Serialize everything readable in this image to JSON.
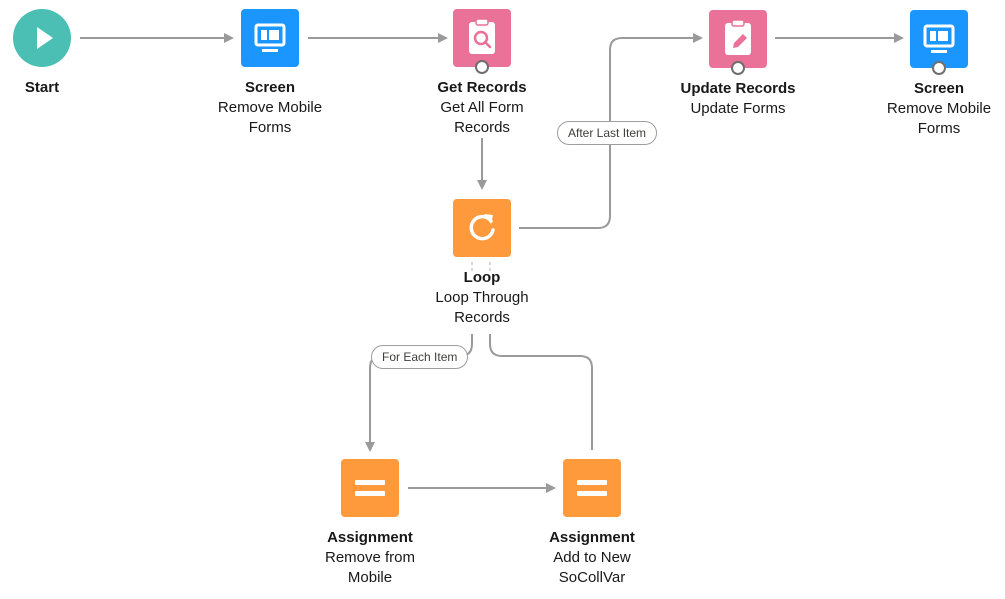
{
  "colors": {
    "start": "#4bbfb4",
    "screen": "#1b96ff",
    "record": "#ea7198",
    "logic": "#ff9a3c",
    "connector": "#9a9a9a"
  },
  "nodes": {
    "start": {
      "title": "Start",
      "icon": "play-icon"
    },
    "screen1": {
      "title": "Screen",
      "line1": "Remove Mobile",
      "line2": "Forms",
      "icon": "screen-icon"
    },
    "get_records": {
      "title": "Get Records",
      "line1": "Get All Form",
      "line2": "Records",
      "icon": "clipboard-search-icon"
    },
    "loop": {
      "title": "Loop",
      "line1": "Loop Through",
      "line2": "Records",
      "icon": "loop-arrow-icon"
    },
    "update_records": {
      "title": "Update Records",
      "line1": "Update Forms",
      "icon": "clipboard-edit-icon"
    },
    "screen2": {
      "title": "Screen",
      "line1": "Remove Mobile",
      "line2": "Forms",
      "icon": "screen-icon"
    },
    "assign1": {
      "title": "Assignment",
      "line1": "Remove from",
      "line2": "Mobile",
      "icon": "equals-icon"
    },
    "assign2": {
      "title": "Assignment",
      "line1": "Add to New",
      "line2": "SoCollVar",
      "icon": "equals-icon"
    }
  },
  "connectors": {
    "after_last_item": "After Last Item",
    "for_each_item": "For Each Item"
  }
}
